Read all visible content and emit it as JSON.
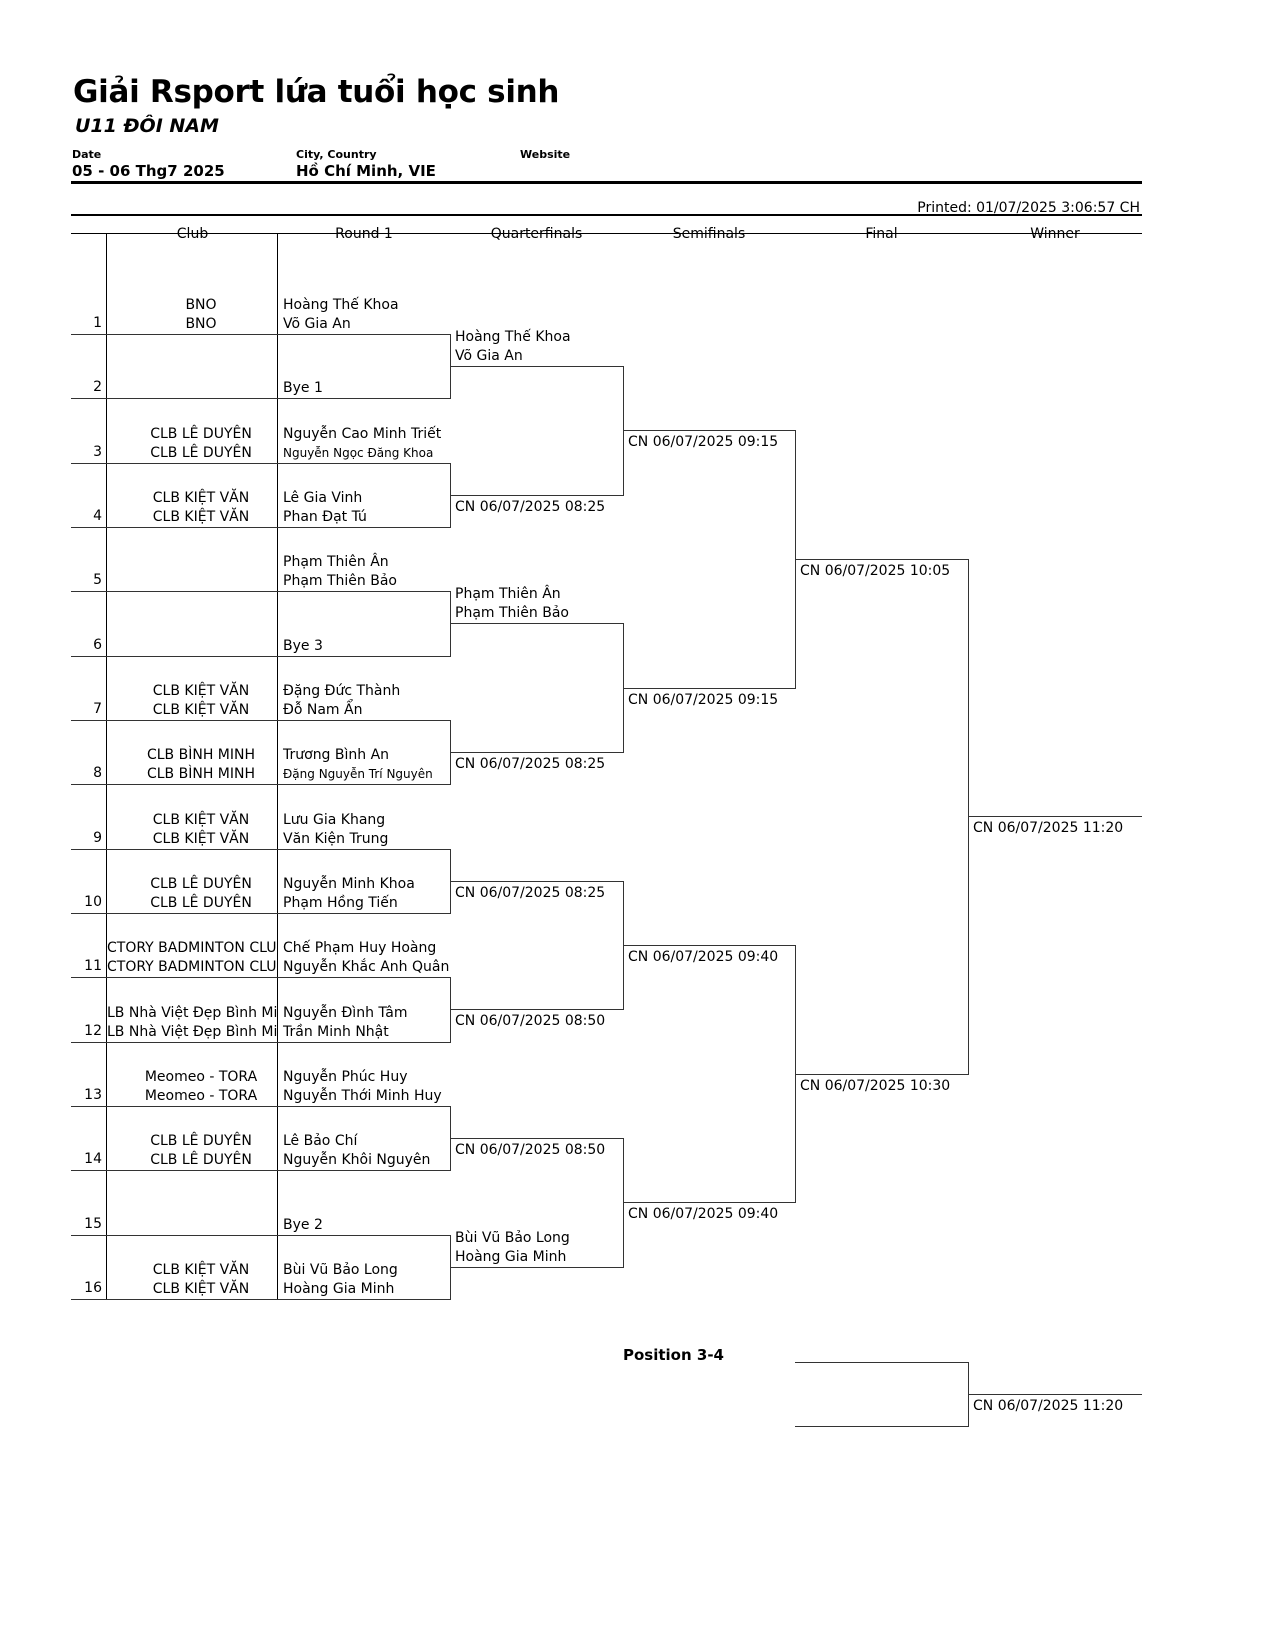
{
  "header": {
    "title": "Giải Rsport lứa tuổi học sinh",
    "subtitle": "U11 ĐÔI NAM",
    "date_label": "Date",
    "date_value": "05 - 06 Thg7 2025",
    "city_label": "City, Country",
    "city_value": "Hồ Chí Minh, VIE",
    "website_label": "Website",
    "printed": "Printed: 01/07/2025 3:06:57 CH"
  },
  "columns": [
    "Club",
    "Round 1",
    "Quarterfinals",
    "Semifinals",
    "Final",
    "Winner"
  ],
  "entries": [
    {
      "seed": "1",
      "club1": "BNO",
      "club2": "BNO",
      "player1": "Hoàng Thế Khoa",
      "player2": "Võ Gia An"
    },
    {
      "seed": "2",
      "club1": "",
      "club2": "",
      "player1": "",
      "player2": "Bye 1"
    },
    {
      "seed": "3",
      "club1": "CLB LÊ DUYÊN",
      "club2": "CLB LÊ DUYÊN",
      "player1": "Nguyễn Cao Minh Triết",
      "player2": "Nguyễn Ngọc Đăng Khoa"
    },
    {
      "seed": "4",
      "club1": "CLB KIỆT VĂN",
      "club2": "CLB KIỆT VĂN",
      "player1": "Lê Gia Vinh",
      "player2": "Phan Đạt Tú"
    },
    {
      "seed": "5",
      "club1": "",
      "club2": "",
      "player1": "Phạm Thiên Ân",
      "player2": "Phạm Thiên Bảo"
    },
    {
      "seed": "6",
      "club1": "",
      "club2": "",
      "player1": "",
      "player2": "Bye 3"
    },
    {
      "seed": "7",
      "club1": "CLB KIỆT VĂN",
      "club2": "CLB KIỆT VĂN",
      "player1": "Đặng Đức Thành",
      "player2": "Đỗ Nam Ẩn"
    },
    {
      "seed": "8",
      "club1": "CLB BÌNH MINH",
      "club2": "CLB BÌNH MINH",
      "player1": "Trương Bình An",
      "player2": "Đặng Nguyễn Trí Nguyên"
    },
    {
      "seed": "9",
      "club1": "CLB KIỆT VĂN",
      "club2": "CLB KIỆT VĂN",
      "player1": "Lưu Gia Khang",
      "player2": "Văn Kiện Trung"
    },
    {
      "seed": "10",
      "club1": "CLB LÊ DUYÊN",
      "club2": "CLB LÊ DUYÊN",
      "player1": "Nguyễn Minh Khoa",
      "player2": "Phạm Hồng Tiến"
    },
    {
      "seed": "11",
      "club1": "CTORY BADMINTON CLU",
      "club2": "CTORY BADMINTON CLU",
      "player1": "Chế Phạm Huy Hoàng",
      "player2": "Nguyễn Khắc Anh Quân"
    },
    {
      "seed": "12",
      "club1": "LB Nhà Việt Đẹp Bình Min",
      "club2": "LB Nhà Việt Đẹp Bình Min",
      "player1": "Nguyễn Đình Tâm",
      "player2": "Trần Minh Nhật"
    },
    {
      "seed": "13",
      "club1": "Meomeo - TORA",
      "club2": "Meomeo - TORA",
      "player1": "Nguyễn Phúc Huy",
      "player2": "Nguyễn Thới Minh Huy"
    },
    {
      "seed": "14",
      "club1": "CLB LÊ DUYÊN",
      "club2": "CLB LÊ DUYÊN",
      "player1": "Lê Bảo Chí",
      "player2": "Nguyễn Khôi Nguyên"
    },
    {
      "seed": "15",
      "club1": "",
      "club2": "",
      "player1": "",
      "player2": "Bye 2"
    },
    {
      "seed": "16",
      "club1": "CLB KIỆT VĂN",
      "club2": "CLB KIỆT VĂN",
      "player1": "Bùi Vũ Bảo Long",
      "player2": "Hoàng Gia Minh"
    }
  ],
  "quarterfinals": [
    {
      "line1": "Hoàng Thế Khoa",
      "line2": "Võ Gia An"
    },
    {
      "line1": "CN 06/07/2025 08:25",
      "line2": ""
    },
    {
      "line1": "Phạm Thiên Ân",
      "line2": "Phạm Thiên Bảo"
    },
    {
      "line1": "CN 06/07/2025 08:25",
      "line2": ""
    },
    {
      "line1": "CN 06/07/2025 08:25",
      "line2": ""
    },
    {
      "line1": "CN 06/07/2025 08:50",
      "line2": ""
    },
    {
      "line1": "CN 06/07/2025 08:50",
      "line2": ""
    },
    {
      "line1": "Bùi Vũ Bảo Long",
      "line2": "Hoàng Gia Minh"
    }
  ],
  "semifinals": [
    "CN 06/07/2025 09:15",
    "CN 06/07/2025 09:15",
    "CN 06/07/2025 09:40",
    "CN 06/07/2025 09:40"
  ],
  "final": [
    "CN 06/07/2025 10:05",
    "CN 06/07/2025 10:30"
  ],
  "winner": "CN 06/07/2025 11:20",
  "position34": {
    "label": "Position 3-4",
    "time": "CN 06/07/2025 11:20"
  }
}
